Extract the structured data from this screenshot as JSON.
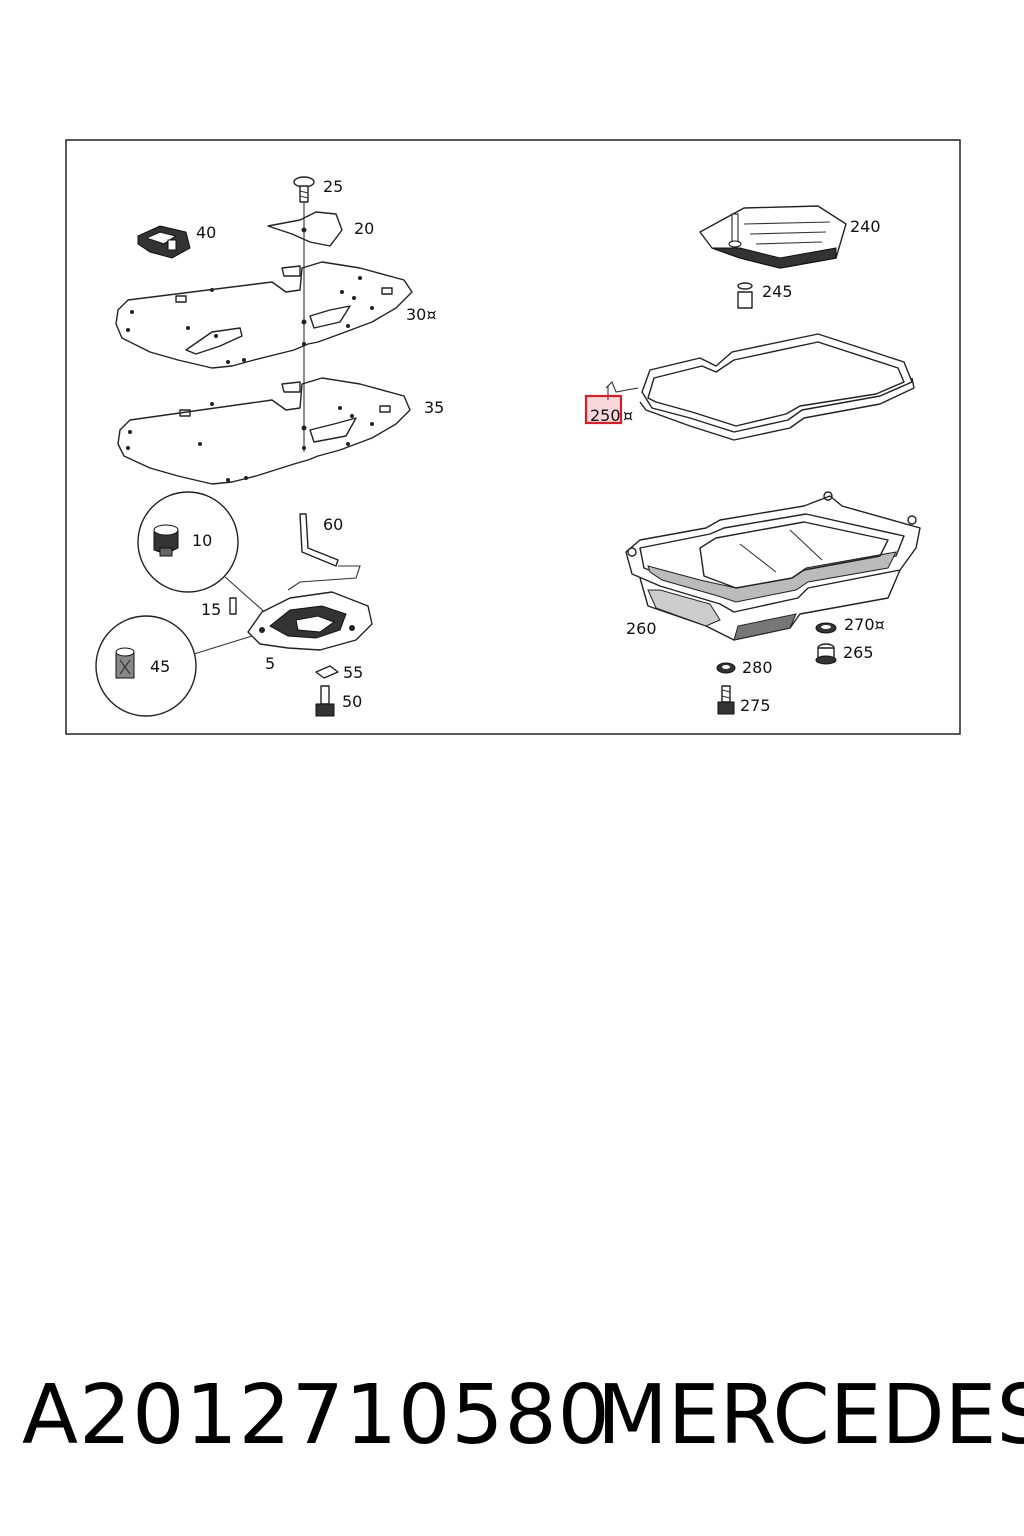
{
  "callouts": {
    "c25": "25",
    "c20": "20",
    "c40": "40",
    "c30": "30¤",
    "c35": "35",
    "c10": "10",
    "c60": "60",
    "c15": "15",
    "c45": "45",
    "c5": "5",
    "c55": "55",
    "c50": "50",
    "c240": "240",
    "c245": "245",
    "c250": "250",
    "c250mark": "¤",
    "c260": "260",
    "c270": "270¤",
    "c265": "265",
    "c280": "280",
    "c275": "275"
  },
  "highlight": {
    "target": "250",
    "color": "#d0202a"
  },
  "footer": {
    "part_number": "A2012710580",
    "brand": "MERCEDES"
  }
}
